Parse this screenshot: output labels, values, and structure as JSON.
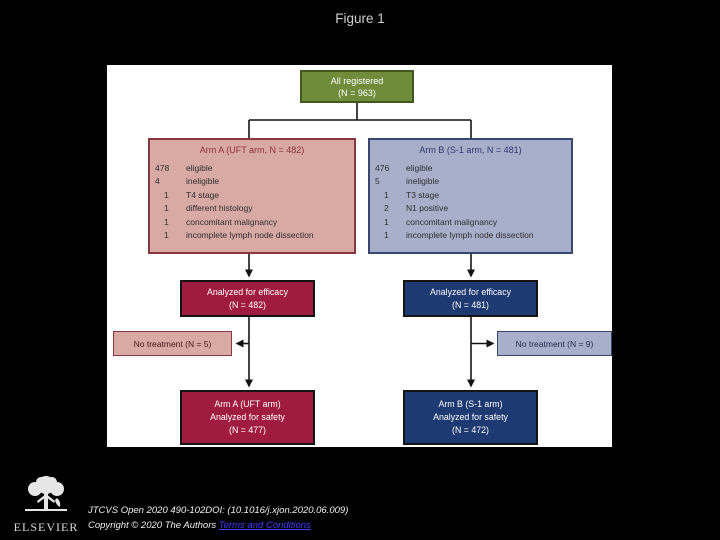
{
  "title": "Figure 1",
  "colors": {
    "background": "#000000",
    "panel": "#ffffff",
    "green_box": "#6f8c3a",
    "pink_fill": "#d9a9a4",
    "crimson_fill": "#a01c3e",
    "lightblue_fill": "#a8afcb",
    "navy_fill": "#1e3a72",
    "link_blue": "#4040ff"
  },
  "flowchart": {
    "registered": {
      "line1": "All registered",
      "line2": "(N = 963)"
    },
    "arm_a": {
      "header": "Arm A (UFT arm, N = 482)",
      "items": [
        {
          "count": "478",
          "label": "eligible"
        },
        {
          "count": "4",
          "label": "ineligible"
        },
        {
          "count": "1",
          "label": "T4 stage"
        },
        {
          "count": "1",
          "label": "different histology"
        },
        {
          "count": "1",
          "label": "concomitant malignancy"
        },
        {
          "count": "1",
          "label": "incomplete lymph node dissection"
        }
      ]
    },
    "arm_b": {
      "header": "Arm B (S-1 arm, N = 481)",
      "items": [
        {
          "count": "476",
          "label": "eligible"
        },
        {
          "count": "5",
          "label": "ineligible"
        },
        {
          "count": "1",
          "label": "T3 stage"
        },
        {
          "count": "2",
          "label": "N1 positive"
        },
        {
          "count": "1",
          "label": "concomitant malignancy"
        },
        {
          "count": "1",
          "label": "incomplete lymph node dissection"
        }
      ]
    },
    "efficacy_a": {
      "line1": "Analyzed for efficacy",
      "line2": "(N = 482)"
    },
    "efficacy_b": {
      "line1": "Analyzed for efficacy",
      "line2": "(N = 481)"
    },
    "no_treatment_a": "No treatment (N = 5)",
    "no_treatment_b": "No treatment (N = 9)",
    "safety_a": {
      "line1": "Arm A (UFT arm)",
      "line2": "Analyzed for safety",
      "line3": "(N = 477)"
    },
    "safety_b": {
      "line1": "Arm B (S-1 arm)",
      "line2": "Analyzed for safety",
      "line3": "(N = 472)"
    }
  },
  "footer": {
    "logo_text": "ELSEVIER",
    "citation": "JTCVS Open 2020 490-102DOI: (10.1016/j.xjon.2020.06.009)",
    "copyright": "Copyright © 2020 The Authors ",
    "terms_link": "Terms and Conditions"
  }
}
